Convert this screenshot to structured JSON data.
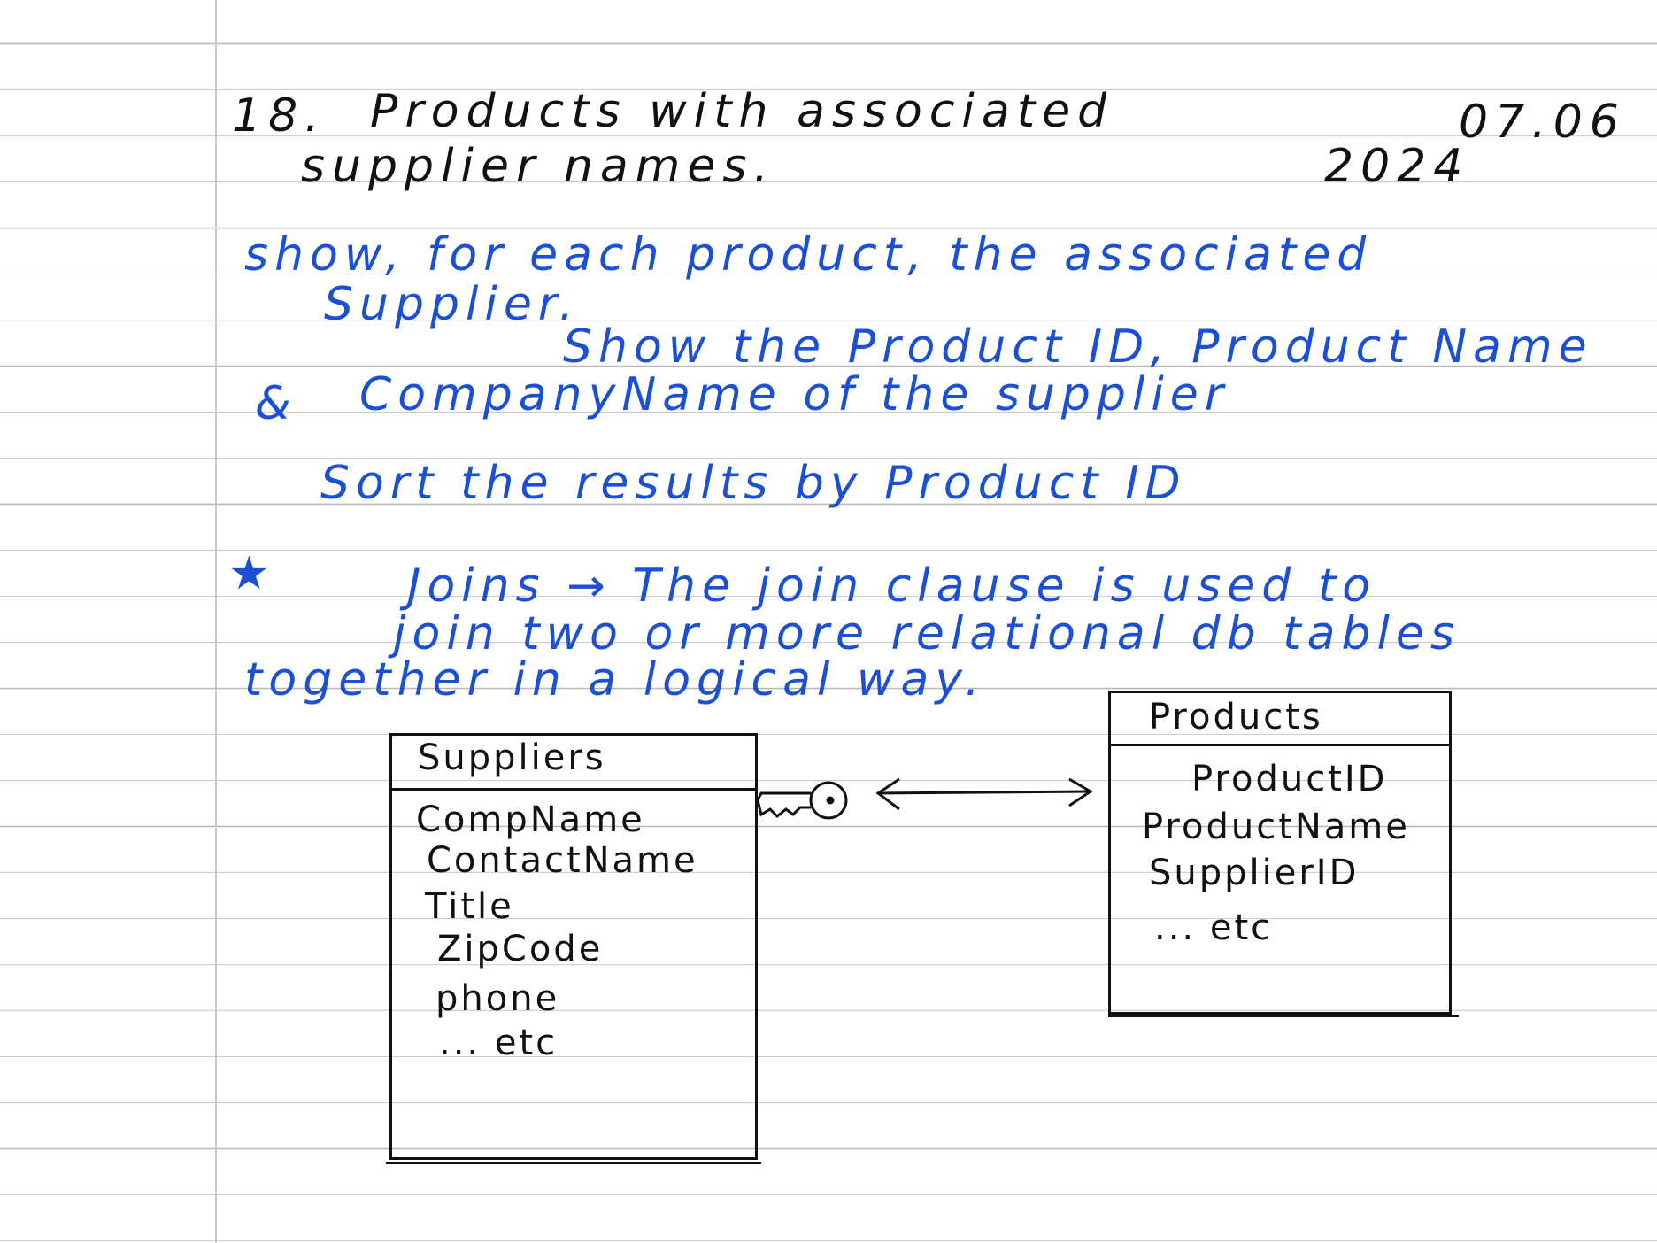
{
  "heading": {
    "number": "18.",
    "line1": "Products   with   associated",
    "line2": "supplier   names.",
    "date_line1": "07.06",
    "date_line2": "2024"
  },
  "task": {
    "line1": "show,  for  each  product,  the  associated",
    "line2": "Supplier.",
    "line3": "Show  the  Product ID,  Product Name",
    "line4_prefix": "&",
    "line4": "CompanyName   of   the  supplier",
    "line5": "Sort   the   results   by   Product ID"
  },
  "joins_note": {
    "star": "★",
    "line1": "Joins  →  The  join  clause  is  used  to",
    "line2": "join   two   or   more   relational   db   tables",
    "line3": "together   in   a   logical   way."
  },
  "diagram": {
    "suppliers": {
      "title": "Suppliers",
      "fields": [
        "CompName",
        "ContactName",
        "Title",
        "ZipCode",
        "phone",
        "... etc"
      ]
    },
    "products": {
      "title": "Products",
      "fields": [
        "ProductID",
        "ProductName",
        "SupplierID",
        "... etc"
      ]
    },
    "relationship_arrow": "↔",
    "key_icon": "key-icon"
  },
  "colors": {
    "ink_black": "#111111",
    "ink_blue": "#1a4fd6",
    "rule_lines": "#b8b8b8",
    "margin_line": "#c9c9c9"
  }
}
